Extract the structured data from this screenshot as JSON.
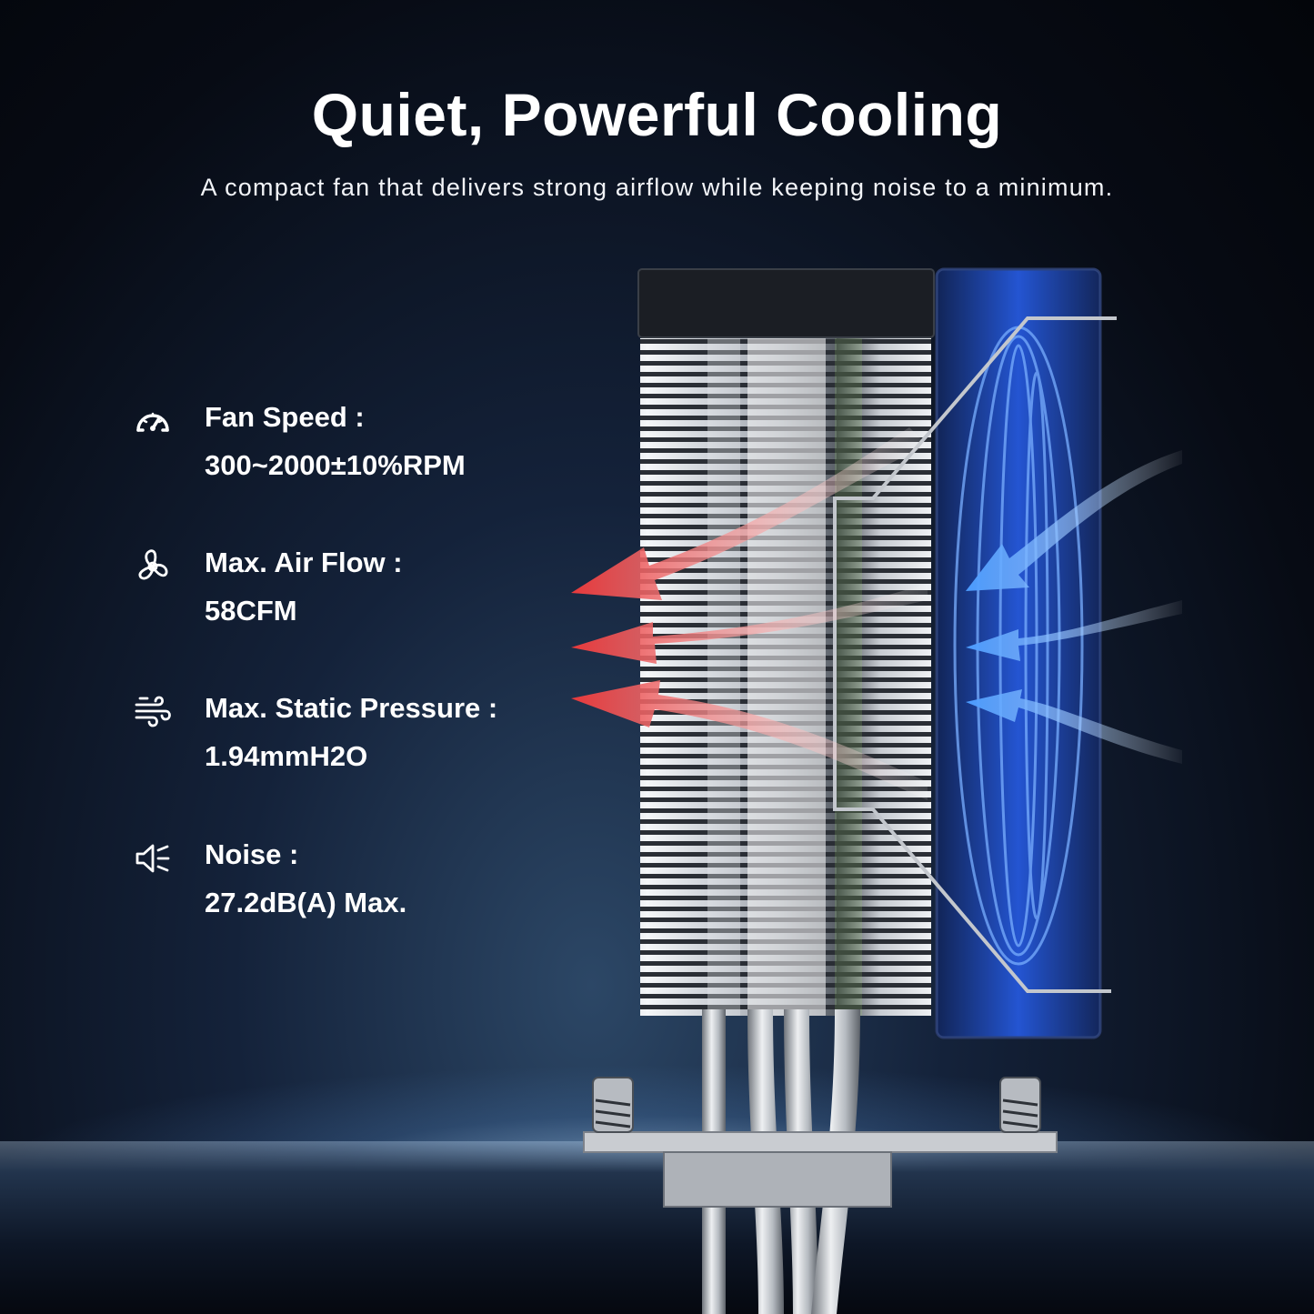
{
  "headline": "Quiet, Powerful Cooling",
  "subline": "A compact fan that delivers strong airflow while keeping noise to a minimum.",
  "specs": [
    {
      "icon": "speedometer-icon",
      "label": "Fan Speed :",
      "value": "300~2000±10%RPM"
    },
    {
      "icon": "fan-icon",
      "label": "Max. Air Flow :",
      "value": "58CFM"
    },
    {
      "icon": "wind-icon",
      "label": "Max. Static Pressure :",
      "value": "1.94mmH2O"
    },
    {
      "icon": "speaker-icon",
      "label": "Noise :",
      "value": "27.2dB(A) Max."
    }
  ],
  "colors": {
    "background": "#070b14",
    "text": "#ffffff",
    "exhaust_arrow": "#e8393b",
    "intake_arrow": "#4a9bff",
    "fan_glow": "#2f6bff"
  }
}
